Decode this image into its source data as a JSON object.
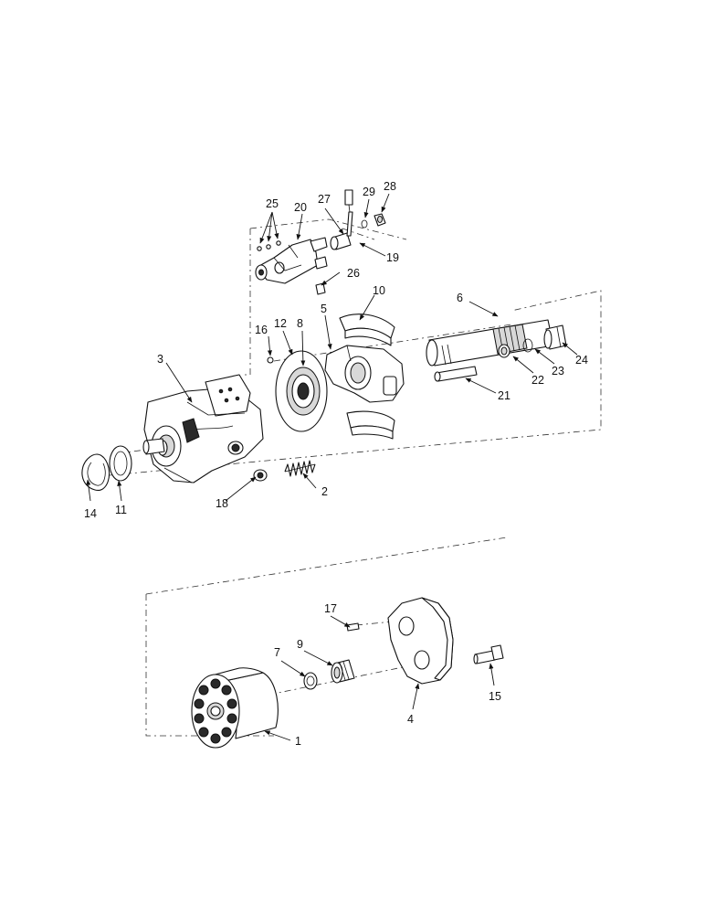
{
  "callouts": [
    "1",
    "2",
    "3",
    "4",
    "5",
    "6",
    "7",
    "8",
    "9",
    "10",
    "11",
    "12",
    "14",
    "15",
    "16",
    "17",
    "18",
    "19",
    "20",
    "21",
    "22",
    "23",
    "24",
    "25",
    "26",
    "27",
    "28",
    "29"
  ]
}
